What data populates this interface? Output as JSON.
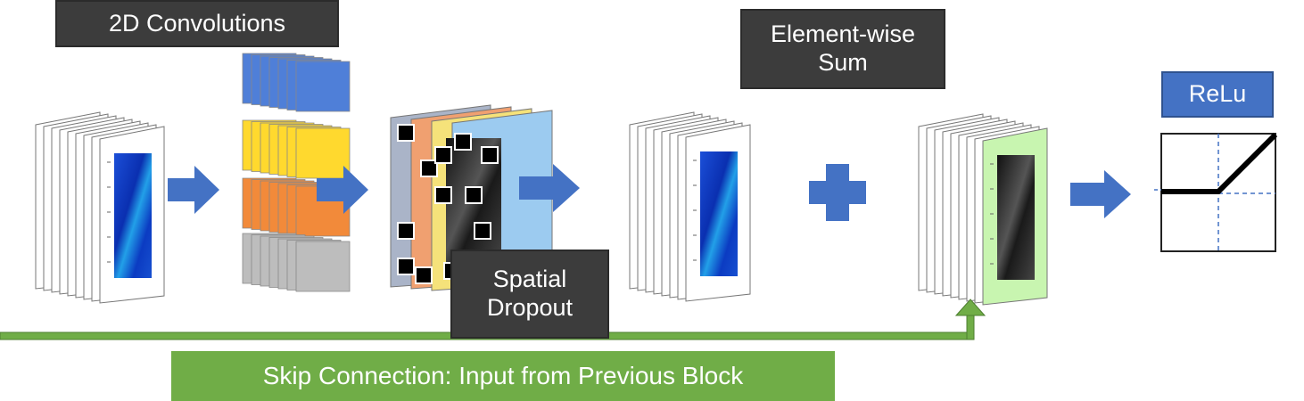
{
  "labels": {
    "conv": "2D Convolutions",
    "sum": "Element-wise\nSum",
    "dropout": "Spatial\nDropout",
    "relu": "ReLu",
    "skip": "Skip Connection: Input from Previous Block"
  },
  "colors": {
    "dark_label": "#3c3c3c",
    "arrow_blue": "#4472c4",
    "relu_blue": "#4472c4",
    "skip_green": "#70ad47",
    "filter_blue": "#4f7fd8",
    "filter_yellow": "#ffd92e",
    "filter_orange": "#f28a3a",
    "filter_gray": "#bdbdbd",
    "dropout_slate": "#aab4c8",
    "dropout_orange": "#f0a070",
    "dropout_yellow": "#f5e27a",
    "dropout_blue": "#9ccbf0",
    "green_map": "#c8f5b0"
  }
}
